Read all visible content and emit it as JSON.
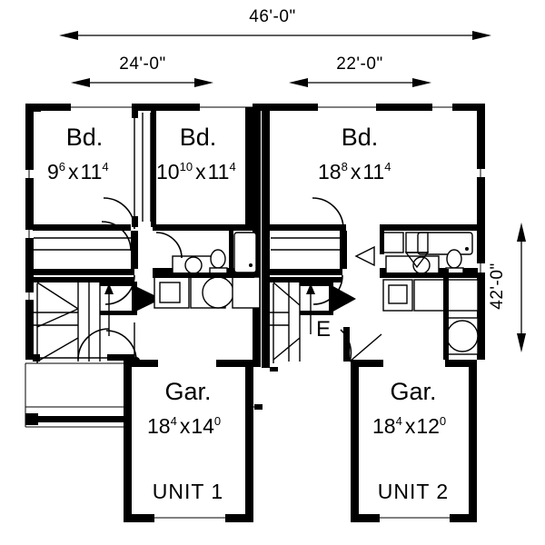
{
  "plan": {
    "title_dimensions": {
      "overall_width": "46'-0\"",
      "left_unit_width": "24'-0\"",
      "right_unit_width": "22'-0\"",
      "overall_depth": "42'-0\""
    },
    "rooms": [
      {
        "id": "bd1",
        "name": "Bd.",
        "w": "9",
        "w_sup": "6",
        "d": "11",
        "d_sup": "4",
        "sep": "x"
      },
      {
        "id": "bd2",
        "name": "Bd.",
        "w": "10",
        "w_sup": "10",
        "d": "11",
        "d_sup": "4",
        "sep": "x"
      },
      {
        "id": "bd3",
        "name": "Bd.",
        "w": "18",
        "w_sup": "8",
        "d": "11",
        "d_sup": "4",
        "sep": "x"
      },
      {
        "id": "gar1",
        "name": "Gar.",
        "w": "18",
        "w_sup": "4",
        "d": "14",
        "d_sup": "0",
        "sep": "x"
      },
      {
        "id": "gar2",
        "name": "Gar.",
        "w": "18",
        "w_sup": "4",
        "d": "12",
        "d_sup": "0",
        "sep": "x"
      }
    ],
    "unit_labels": {
      "unit1": "UNIT 1",
      "unit2": "UNIT 2"
    },
    "entry_marker": "E",
    "colors": {
      "wall": "#000000",
      "background": "#ffffff",
      "fixture_outline": "#000000"
    }
  }
}
